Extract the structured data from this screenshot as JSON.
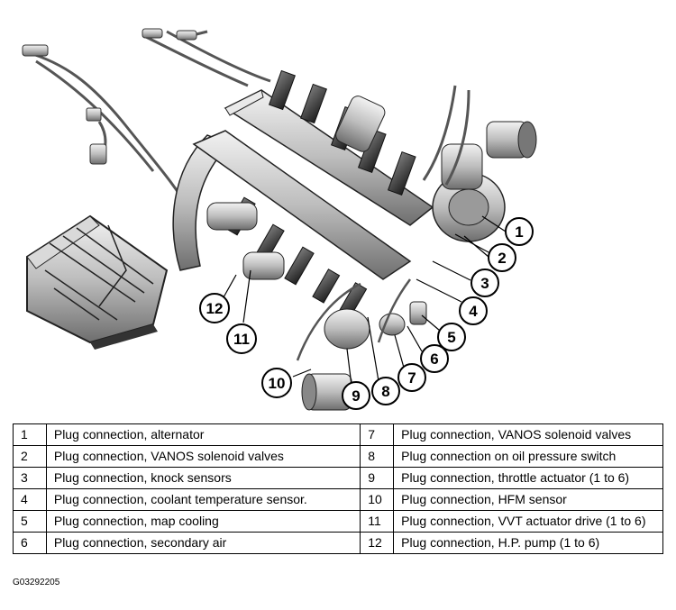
{
  "legend": {
    "rows": [
      {
        "left_num": "1",
        "left_text": "Plug connection, alternator",
        "right_num": "7",
        "right_text": "Plug connection, VANOS solenoid valves"
      },
      {
        "left_num": "2",
        "left_text": "Plug connection, VANOS solenoid valves",
        "right_num": "8",
        "right_text": "Plug connection on oil pressure switch"
      },
      {
        "left_num": "3",
        "left_text": "Plug connection, knock sensors",
        "right_num": "9",
        "right_text": "Plug connection, throttle actuator (1 to 6)"
      },
      {
        "left_num": "4",
        "left_text": "Plug connection, coolant temperature sensor.",
        "right_num": "10",
        "right_text": "Plug connection, HFM sensor"
      },
      {
        "left_num": "5",
        "left_text": "Plug connection, map cooling",
        "right_num": "11",
        "right_text": "Plug connection, VVT actuator drive (1 to 6)"
      },
      {
        "left_num": "6",
        "left_text": "Plug connection, secondary air",
        "right_num": "12",
        "right_text": "Plug connection, H.P. pump (1 to 6)"
      }
    ]
  },
  "callouts": {
    "c1": "1",
    "c2": "2",
    "c3": "3",
    "c4": "4",
    "c5": "5",
    "c6": "6",
    "c7": "7",
    "c8": "8",
    "c9": "9",
    "c10": "10",
    "c11": "11",
    "c12": "12"
  },
  "figure_code": "G03292205"
}
